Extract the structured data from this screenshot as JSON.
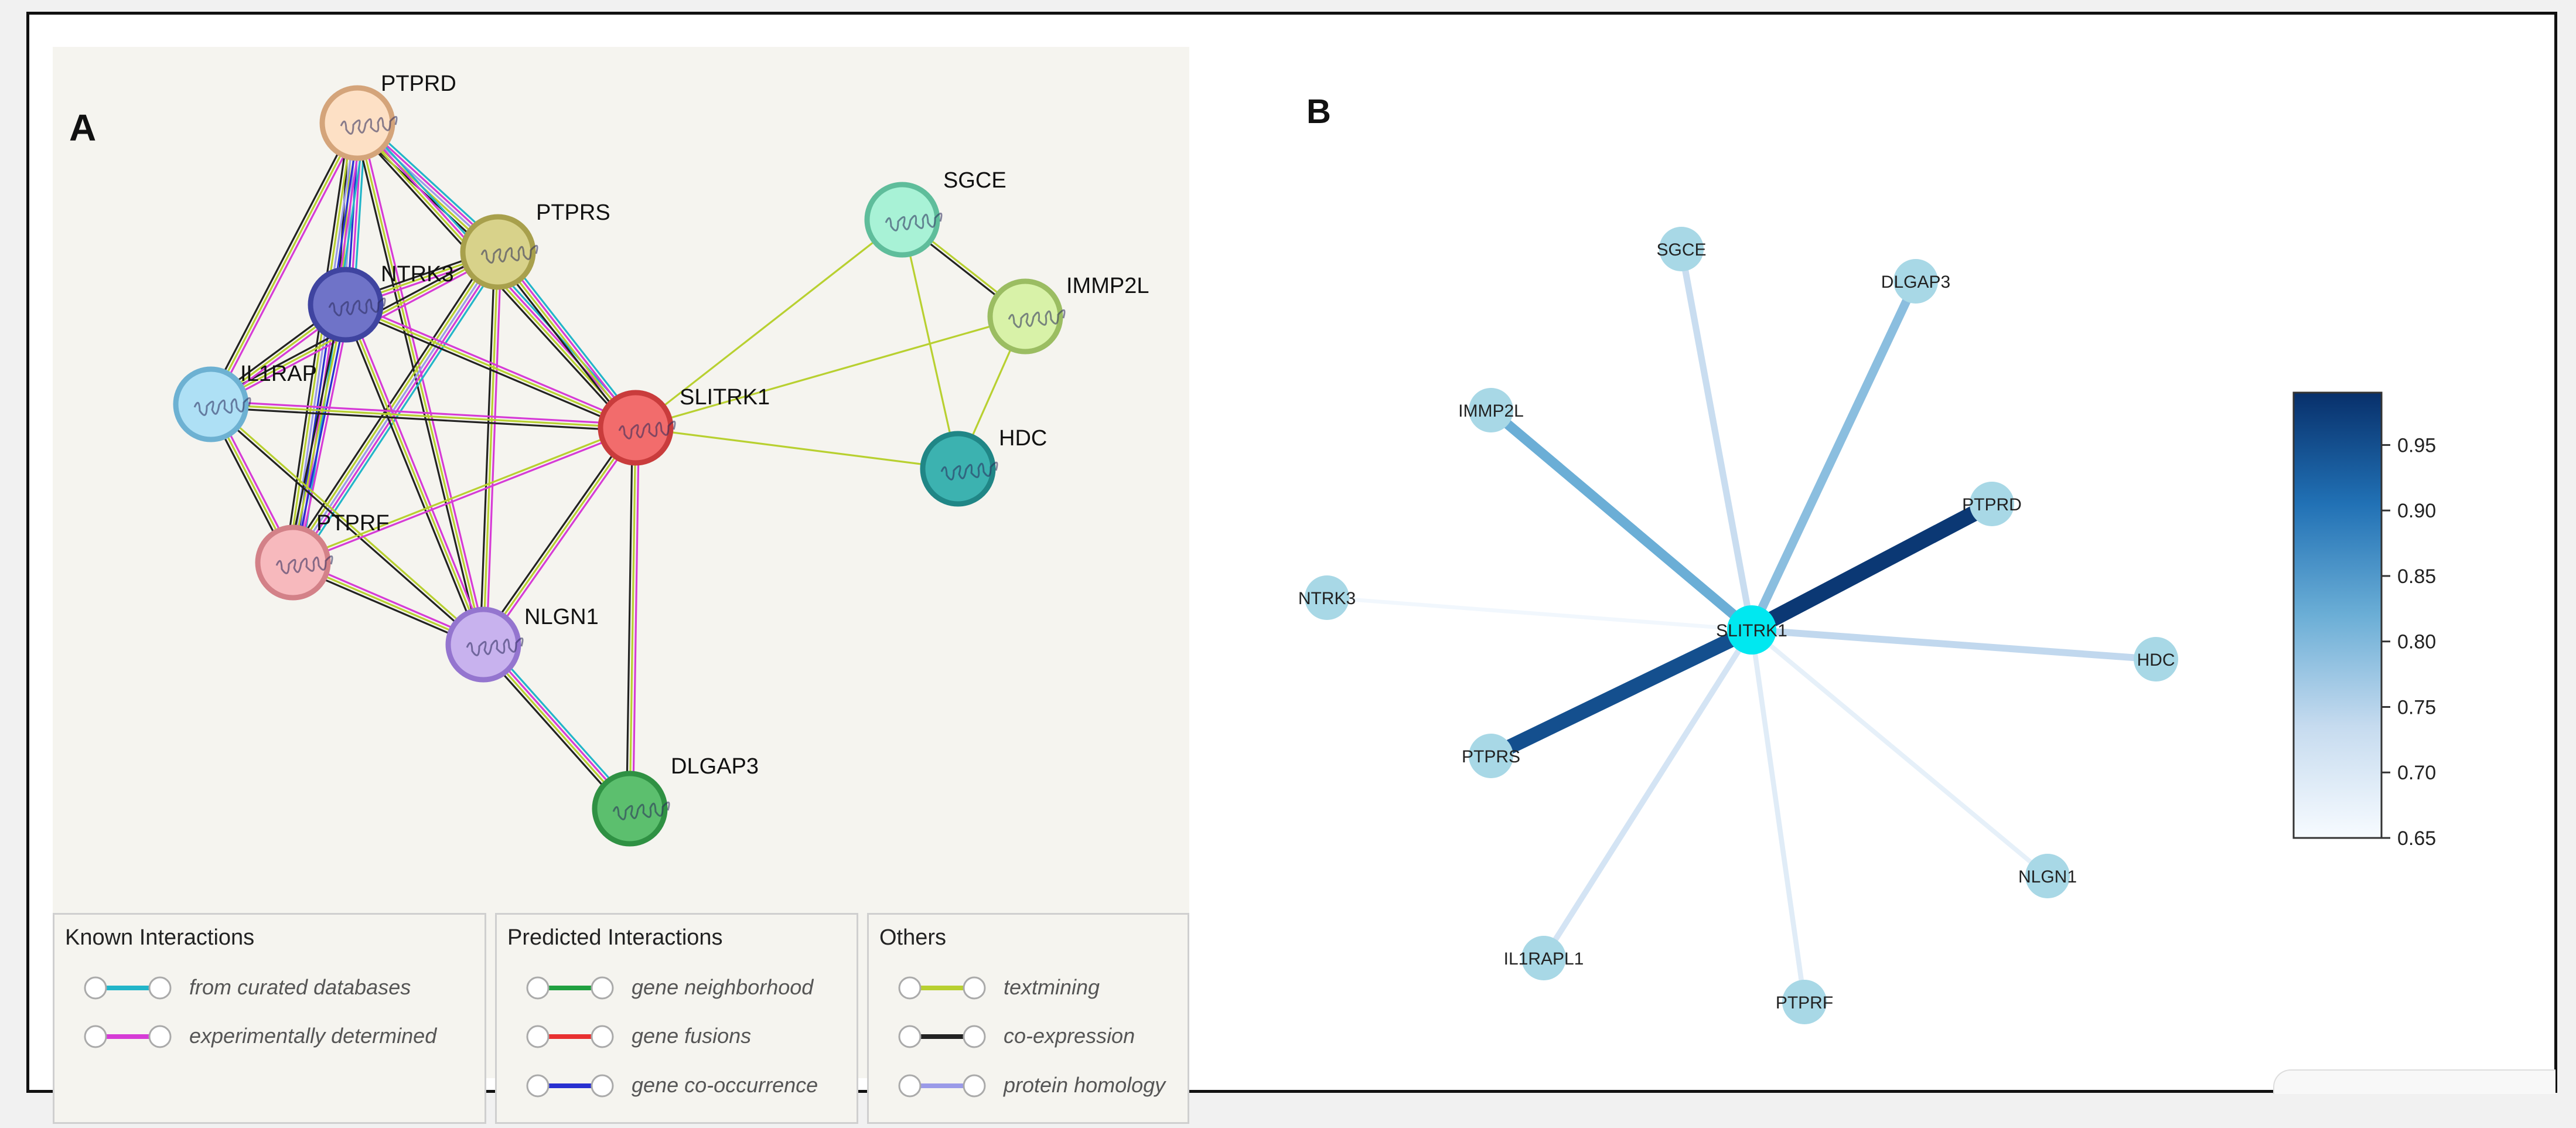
{
  "panel_a": {
    "label": "A",
    "nodes": [
      {
        "id": "PTPRD",
        "label": "PTPRD",
        "color": "#fde0c5",
        "stroke": "#d4a47a"
      },
      {
        "id": "PTPRS",
        "label": "PTPRS",
        "color": "#d8d28a",
        "stroke": "#a8a04c"
      },
      {
        "id": "NTRK3",
        "label": "NTRK3",
        "color": "#6f73c8",
        "stroke": "#3f44a0"
      },
      {
        "id": "IL1RAP",
        "label": "IL1RAP",
        "color": "#aee0f5",
        "stroke": "#6db1d2"
      },
      {
        "id": "SLITRK1",
        "label": "SLITRK1",
        "color": "#f26c6c",
        "stroke": "#c93c3c"
      },
      {
        "id": "PTPRF",
        "label": "PTPRF",
        "color": "#f7b9bd",
        "stroke": "#d38188"
      },
      {
        "id": "NLGN1",
        "label": "NLGN1",
        "color": "#c8b2ee",
        "stroke": "#9475cf"
      },
      {
        "id": "DLGAP3",
        "label": "DLGAP3",
        "color": "#5cbf6e",
        "stroke": "#2f9143"
      },
      {
        "id": "SGCE",
        "label": "SGCE",
        "color": "#a8f2d6",
        "stroke": "#5fbd9b"
      },
      {
        "id": "IMMP2L",
        "label": "IMMP2L",
        "color": "#d8f2a8",
        "stroke": "#9bbd62"
      },
      {
        "id": "HDC",
        "label": "HDC",
        "color": "#3cb2b0",
        "stroke": "#208686"
      }
    ],
    "legend": {
      "known": {
        "title": "Known Interactions",
        "items": [
          {
            "label": "from curated databases",
            "color": "#22b5c9"
          },
          {
            "label": "experimentally determined",
            "color": "#d63bd6"
          }
        ]
      },
      "predicted": {
        "title": "Predicted Interactions",
        "items": [
          {
            "label": "gene neighborhood",
            "color": "#20a040"
          },
          {
            "label": "gene fusions",
            "color": "#e83030"
          },
          {
            "label": "gene co-occurrence",
            "color": "#2830d0"
          }
        ]
      },
      "others": {
        "title": "Others",
        "items": [
          {
            "label": "textmining",
            "color": "#b8d030"
          },
          {
            "label": "co-expression",
            "color": "#222222"
          },
          {
            "label": "protein homology",
            "color": "#9a9ae8"
          }
        ]
      }
    }
  },
  "panel_b": {
    "label": "B",
    "center": {
      "label": "SLITRK1",
      "color": "#00e8f0"
    },
    "nodes": [
      {
        "label": "SGCE",
        "score": 0.73
      },
      {
        "label": "DLGAP3",
        "score": 0.79
      },
      {
        "label": "IMMP2L",
        "score": 0.82
      },
      {
        "label": "PTPRD",
        "score": 0.98
      },
      {
        "label": "NTRK3",
        "score": 0.66
      },
      {
        "label": "HDC",
        "score": 0.74
      },
      {
        "label": "PTPRS",
        "score": 0.95
      },
      {
        "label": "NLGN1",
        "score": 0.68
      },
      {
        "label": "IL1RAPL1",
        "score": 0.71
      },
      {
        "label": "PTPRF",
        "score": 0.69
      }
    ],
    "node_color": "#a8d8e6",
    "colorbar": {
      "min": 0.65,
      "max": 0.99,
      "ticks": [
        "0.95",
        "0.90",
        "0.85",
        "0.80",
        "0.75",
        "0.70",
        "0.65"
      ],
      "tick_values": [
        0.95,
        0.9,
        0.85,
        0.8,
        0.75,
        0.7,
        0.65
      ],
      "colormap": "Blues"
    }
  }
}
